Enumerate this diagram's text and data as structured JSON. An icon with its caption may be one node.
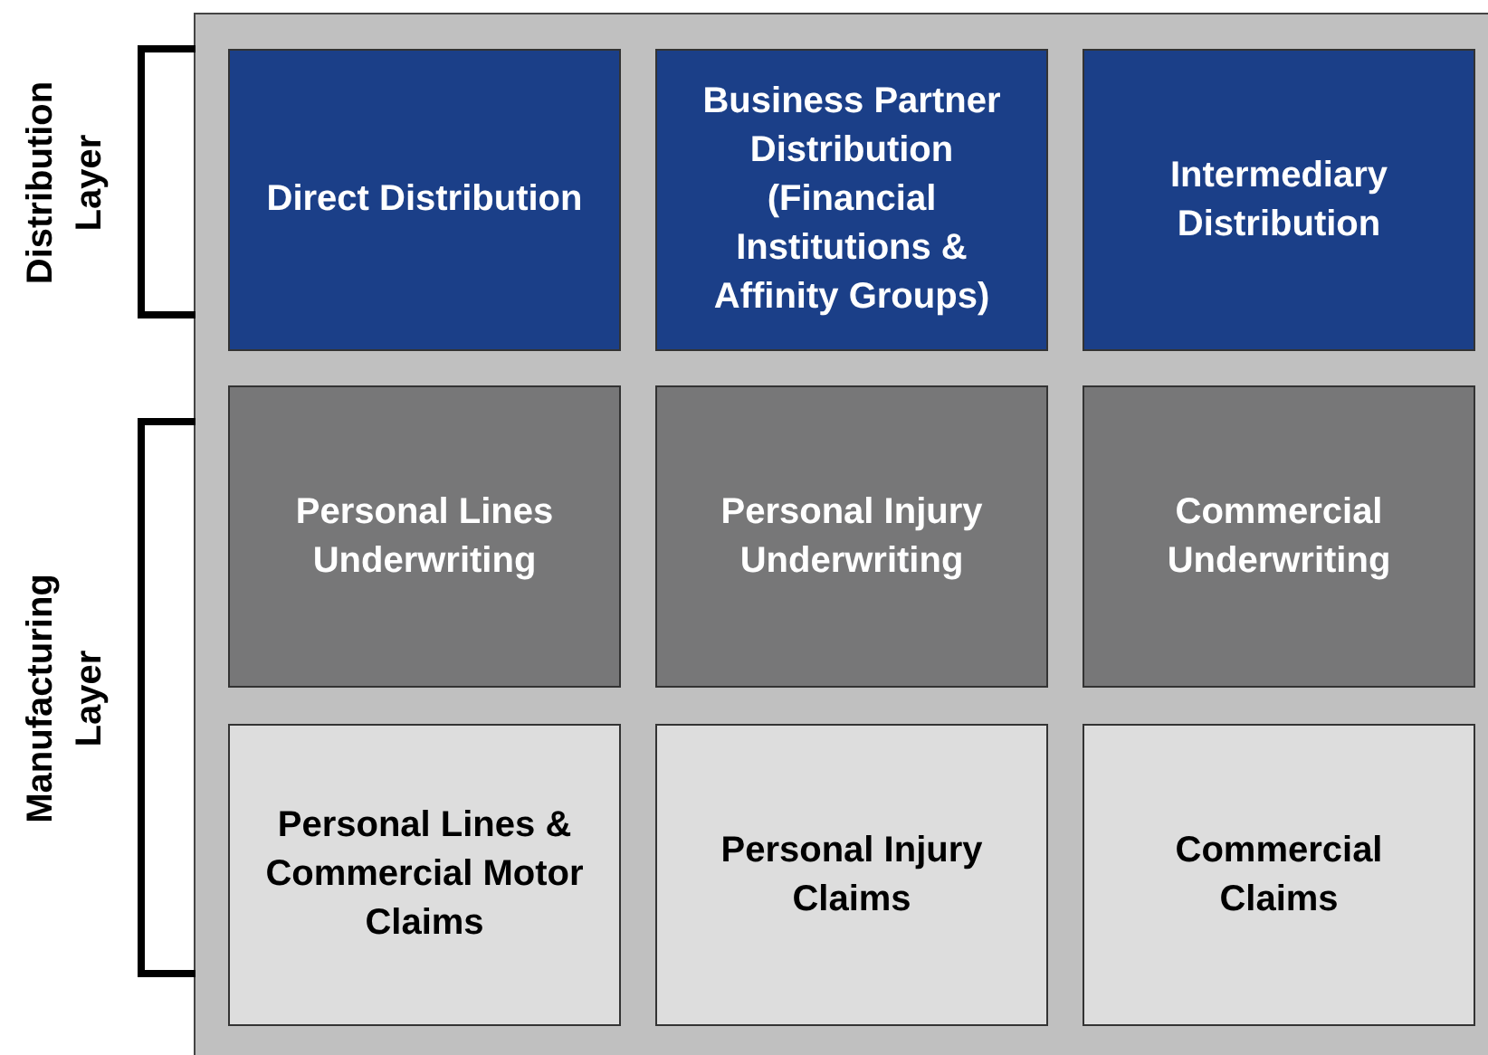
{
  "diagram": {
    "nodes": [
      {
        "text": [],
        "shape": "box"
      },
      {
        "text": [
          "Direct Distribution"
        ],
        "in": 0
      },
      {
        "text": [
          "Business Partner Distribution (Financial Institutions & Affinity Groups)"
        ],
        "in": 0
      },
      {
        "text": [
          "Intermediary Distribution"
        ],
        "in": 0
      },
      {
        "text": [
          "Personal Lines Underwriting"
        ],
        "in": 0
      },
      {
        "text": [
          "Personal Injury Underwriting"
        ],
        "in": 0
      },
      {
        "text": [
          "Commercial Underwriting"
        ],
        "in": 0
      },
      {
        "text": [
          "Personal Lines & Commercial Motor Claims"
        ],
        "in": 0
      },
      {
        "text": [
          "Personal Injury Claims"
        ],
        "in": 0
      },
      {
        "text": [
          "Commercial Claims"
        ],
        "in": 0
      }
    ],
    "labels": [
      "Distribution Layer",
      "Manufacturing Layer"
    ]
  }
}
